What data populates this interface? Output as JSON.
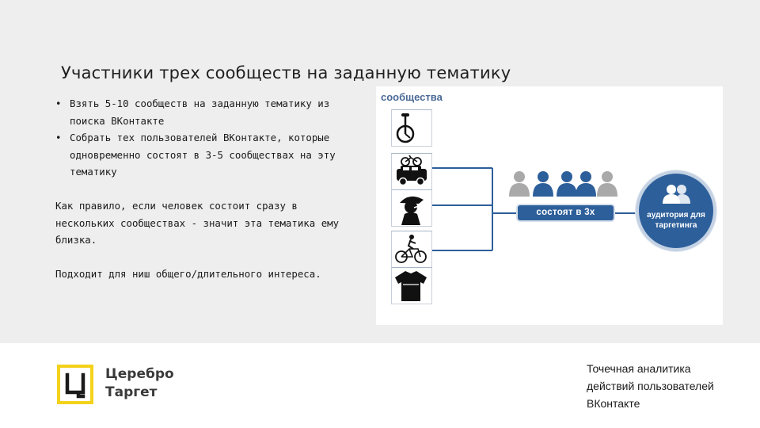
{
  "slide": {
    "title": "Участники трех сообществ на заданную тематику",
    "bullets": [
      "Взять 5-10 сообществ на заданную тематику из поиска ВКонтакте",
      "Собрать тех пользователей ВКонтакте, которые одновременно состоят в 3-5 сообществах на эту тематику"
    ],
    "paragraph_1": "Как правило, если человек состоит сразу в нескольких сообществах - значит эта тематика ему близка.",
    "paragraph_2": "Подходит для ниш общего/длительного интереса."
  },
  "diagram": {
    "communities_label": "сообщества",
    "community_icons": [
      "unicycle-icon",
      "car-with-bike-icon",
      "cyclist-helmet-icon",
      "cyclist-icon",
      "cycling-jersey-icon"
    ],
    "state_label": "состоят в 3х",
    "people_icons": [
      "person-icon",
      "person-icon",
      "person-icon",
      "person-icon",
      "person-icon"
    ],
    "audience_lines": [
      "аудитория для",
      "таргетинга"
    ],
    "colors": {
      "accent": "#2d5f9a",
      "label": "#4a6a97",
      "person_blue": "#2d5f9a",
      "person_gray": "#a9a9a9"
    }
  },
  "footer": {
    "brand_lines": [
      "Церебро",
      "Таргет"
    ],
    "brand_icon": "cerebro-logo-icon",
    "brand_color": "#f3d21b",
    "tagline_lines": [
      "Точечная аналитика",
      "действий пользователей",
      "ВКонтакте"
    ]
  }
}
